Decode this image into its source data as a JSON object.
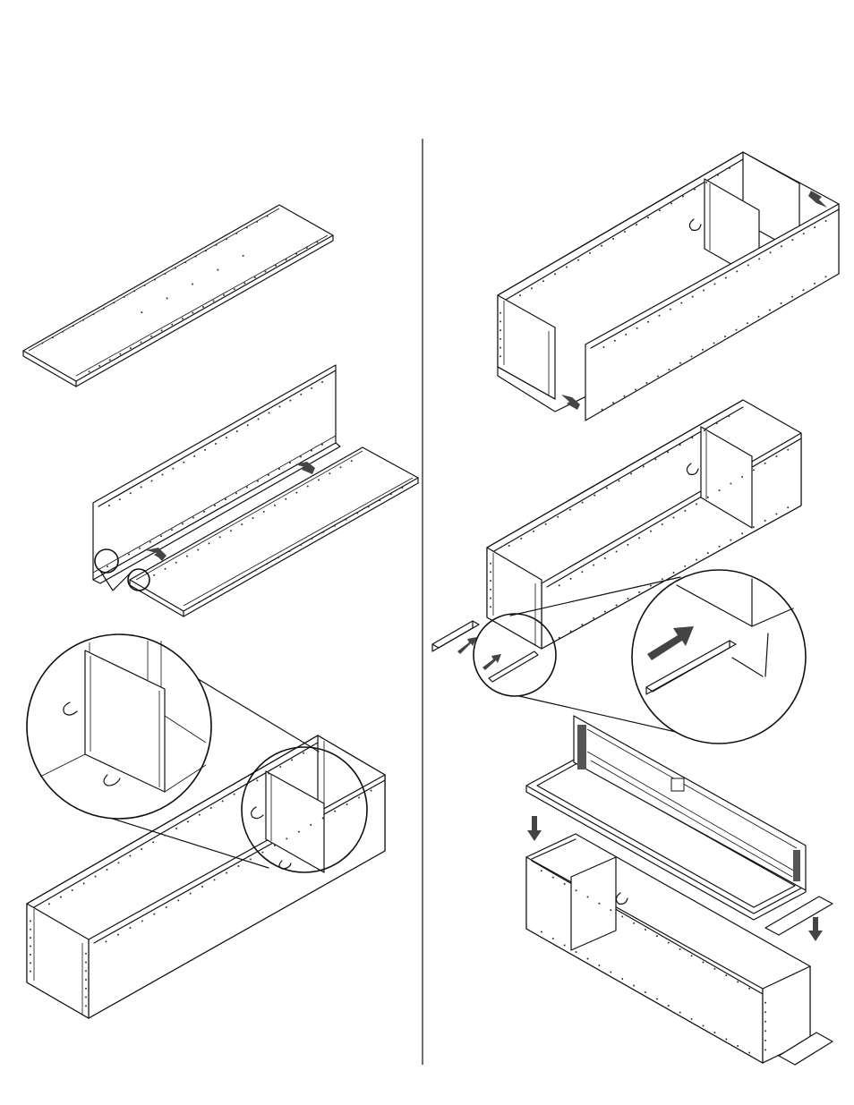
{
  "diagram": {
    "divider_color": "#111111",
    "arrow_color": "#444444",
    "steps": [
      {
        "name": "step-bottom-panel"
      },
      {
        "name": "step-attach-back-panel"
      },
      {
        "name": "step-partition-detail"
      },
      {
        "name": "step-attach-front-panel"
      },
      {
        "name": "step-insert-rail"
      },
      {
        "name": "step-attach-lid"
      }
    ]
  }
}
